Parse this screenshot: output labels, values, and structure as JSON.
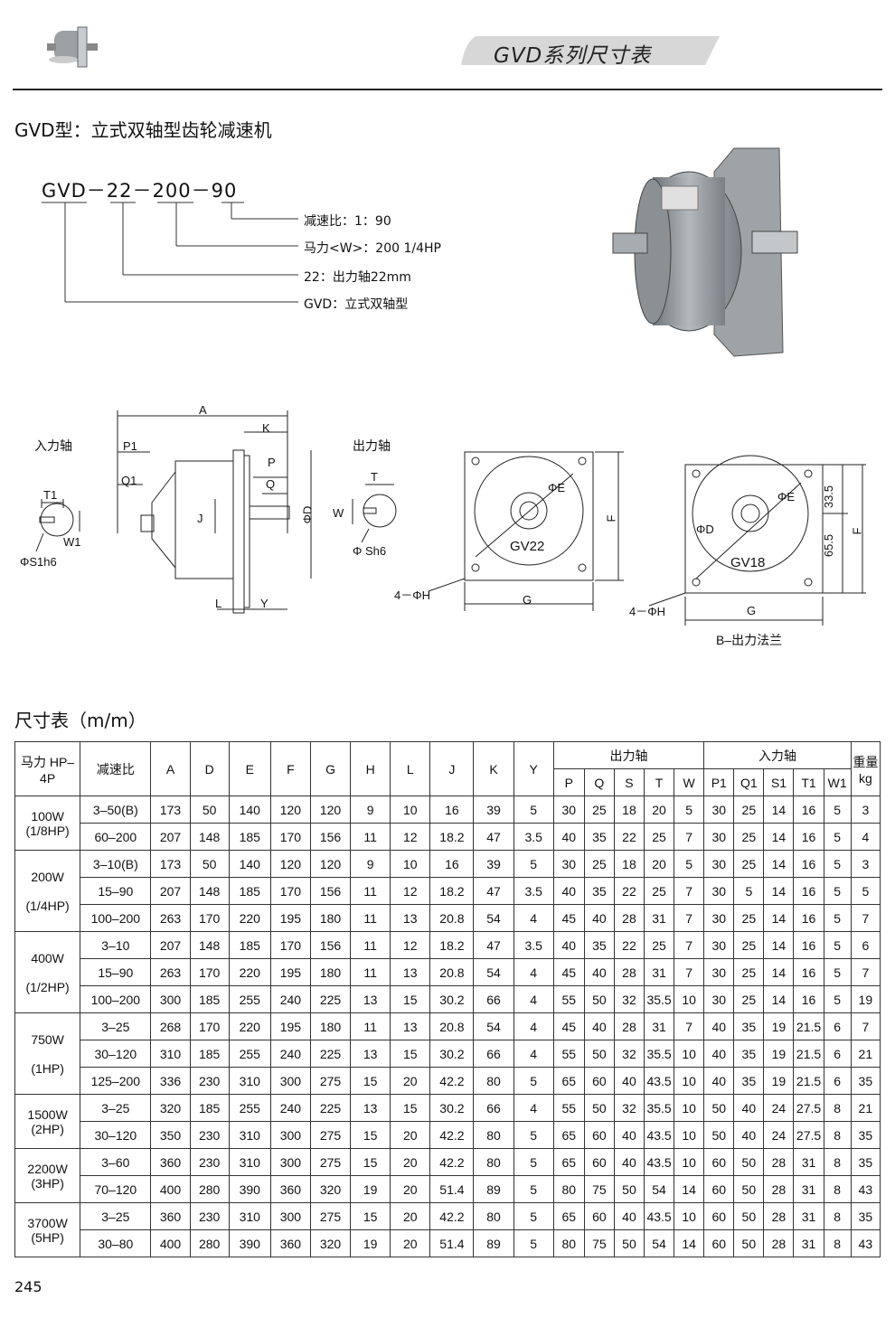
{
  "header": {
    "banner_title": "GVD系列尺寸表",
    "subtitle": "GVD型：立式双轴型齿轮减速机"
  },
  "model_code": {
    "text": "GVD－22－200－90",
    "parts": [
      {
        "code": "90",
        "desc": "减速比：1：90"
      },
      {
        "code": "200",
        "desc": "马力<W>：200 1/4HP"
      },
      {
        "code": "22",
        "desc": "22：出力轴22mm"
      },
      {
        "code": "GVD",
        "desc": "GVD：立式双轴型"
      }
    ]
  },
  "drawing": {
    "input_shaft": "入力轴",
    "output_shaft": "出力轴",
    "labels": {
      "A": "A",
      "K": "K",
      "P1": "P1",
      "Q1": "Q1",
      "P": "P",
      "Q": "Q",
      "T1": "T1",
      "W1": "W1",
      "S1": "ΦS1h6",
      "J": "J",
      "D": "ΦD",
      "L": "L",
      "Y": "Y",
      "T": "T",
      "W": "W",
      "Sh6": "Φ Sh6",
      "E": "ΦE",
      "F": "F",
      "G": "G",
      "H": "4－ΦH",
      "gv22": "GV22",
      "gv18": "GV18",
      "d2": "ΦD",
      "d335": "33.5",
      "d655": "65.5",
      "caption_b": "B–出力法兰"
    }
  },
  "table": {
    "section_title": "尺寸表（m/m）",
    "headers": {
      "hp": "马力 HP–4P",
      "ratio": "减速比",
      "cols": [
        "A",
        "D",
        "E",
        "F",
        "G",
        "H",
        "L",
        "J",
        "K",
        "Y"
      ],
      "output_group": "出力轴",
      "output_cols": [
        "P",
        "Q",
        "S",
        "T",
        "W"
      ],
      "input_group": "入力轴",
      "input_cols": [
        "P1",
        "Q1",
        "S1",
        "T1",
        "W1"
      ],
      "weight": "重量 kg"
    },
    "groups": [
      {
        "hp_line1": "100W",
        "hp_line2": "(1/8HP)",
        "rows": [
          [
            "3–50(B)",
            "173",
            "50",
            "140",
            "120",
            "120",
            "9",
            "10",
            "16",
            "39",
            "5",
            "30",
            "25",
            "18",
            "20",
            "5",
            "30",
            "25",
            "14",
            "16",
            "5",
            "3"
          ],
          [
            "60–200",
            "207",
            "148",
            "185",
            "170",
            "156",
            "11",
            "12",
            "18.2",
            "47",
            "3.5",
            "40",
            "35",
            "22",
            "25",
            "7",
            "30",
            "25",
            "14",
            "16",
            "5",
            "4"
          ]
        ]
      },
      {
        "hp_line1": "200W",
        "hp_line2": "(1/4HP)",
        "rows": [
          [
            "3–10(B)",
            "173",
            "50",
            "140",
            "120",
            "120",
            "9",
            "10",
            "16",
            "39",
            "5",
            "30",
            "25",
            "18",
            "20",
            "5",
            "30",
            "25",
            "14",
            "16",
            "5",
            "3"
          ],
          [
            "15–90",
            "207",
            "148",
            "185",
            "170",
            "156",
            "11",
            "12",
            "18.2",
            "47",
            "3.5",
            "40",
            "35",
            "22",
            "25",
            "7",
            "30",
            "5",
            "14",
            "16",
            "5",
            "5"
          ],
          [
            "100–200",
            "263",
            "170",
            "220",
            "195",
            "180",
            "11",
            "13",
            "20.8",
            "54",
            "4",
            "45",
            "40",
            "28",
            "31",
            "7",
            "30",
            "25",
            "14",
            "16",
            "5",
            "7"
          ]
        ]
      },
      {
        "hp_line1": "400W",
        "hp_line2": "(1/2HP)",
        "rows": [
          [
            "3–10",
            "207",
            "148",
            "185",
            "170",
            "156",
            "11",
            "12",
            "18.2",
            "47",
            "3.5",
            "40",
            "35",
            "22",
            "25",
            "7",
            "30",
            "25",
            "14",
            "16",
            "5",
            "6"
          ],
          [
            "15–90",
            "263",
            "170",
            "220",
            "195",
            "180",
            "11",
            "13",
            "20.8",
            "54",
            "4",
            "45",
            "40",
            "28",
            "31",
            "7",
            "30",
            "25",
            "14",
            "16",
            "5",
            "7"
          ],
          [
            "100–200",
            "300",
            "185",
            "255",
            "240",
            "225",
            "13",
            "15",
            "30.2",
            "66",
            "4",
            "55",
            "50",
            "32",
            "35.5",
            "10",
            "30",
            "25",
            "14",
            "16",
            "5",
            "19"
          ]
        ]
      },
      {
        "hp_line1": "750W",
        "hp_line2": "(1HP)",
        "rows": [
          [
            "3–25",
            "268",
            "170",
            "220",
            "195",
            "180",
            "11",
            "13",
            "20.8",
            "54",
            "4",
            "45",
            "40",
            "28",
            "31",
            "7",
            "40",
            "35",
            "19",
            "21.5",
            "6",
            "7"
          ],
          [
            "30–120",
            "310",
            "185",
            "255",
            "240",
            "225",
            "13",
            "15",
            "30.2",
            "66",
            "4",
            "55",
            "50",
            "32",
            "35.5",
            "10",
            "40",
            "35",
            "19",
            "21.5",
            "6",
            "21"
          ],
          [
            "125–200",
            "336",
            "230",
            "310",
            "300",
            "275",
            "15",
            "20",
            "42.2",
            "80",
            "5",
            "65",
            "60",
            "40",
            "43.5",
            "10",
            "40",
            "35",
            "19",
            "21.5",
            "6",
            "35"
          ]
        ]
      },
      {
        "hp_line1": "1500W",
        "hp_line2": "(2HP)",
        "rows": [
          [
            "3–25",
            "320",
            "185",
            "255",
            "240",
            "225",
            "13",
            "15",
            "30.2",
            "66",
            "4",
            "55",
            "50",
            "32",
            "35.5",
            "10",
            "50",
            "40",
            "24",
            "27.5",
            "8",
            "21"
          ],
          [
            "30–120",
            "350",
            "230",
            "310",
            "300",
            "275",
            "15",
            "20",
            "42.2",
            "80",
            "5",
            "65",
            "60",
            "40",
            "43.5",
            "10",
            "50",
            "40",
            "24",
            "27.5",
            "8",
            "35"
          ]
        ]
      },
      {
        "hp_line1": "2200W",
        "hp_line2": "(3HP)",
        "rows": [
          [
            "3–60",
            "360",
            "230",
            "310",
            "300",
            "275",
            "15",
            "20",
            "42.2",
            "80",
            "5",
            "65",
            "60",
            "40",
            "43.5",
            "10",
            "60",
            "50",
            "28",
            "31",
            "8",
            "35"
          ],
          [
            "70–120",
            "400",
            "280",
            "390",
            "360",
            "320",
            "19",
            "20",
            "51.4",
            "89",
            "5",
            "80",
            "75",
            "50",
            "54",
            "14",
            "60",
            "50",
            "28",
            "31",
            "8",
            "43"
          ]
        ]
      },
      {
        "hp_line1": "3700W",
        "hp_line2": "(5HP)",
        "rows": [
          [
            "3–25",
            "360",
            "230",
            "310",
            "300",
            "275",
            "15",
            "20",
            "42.2",
            "80",
            "5",
            "65",
            "60",
            "40",
            "43.5",
            "10",
            "60",
            "50",
            "28",
            "31",
            "8",
            "35"
          ],
          [
            "30–80",
            "400",
            "280",
            "390",
            "360",
            "320",
            "19",
            "20",
            "51.4",
            "89",
            "5",
            "80",
            "75",
            "50",
            "54",
            "14",
            "60",
            "50",
            "28",
            "31",
            "8",
            "43"
          ]
        ]
      }
    ]
  },
  "page_number": "245"
}
